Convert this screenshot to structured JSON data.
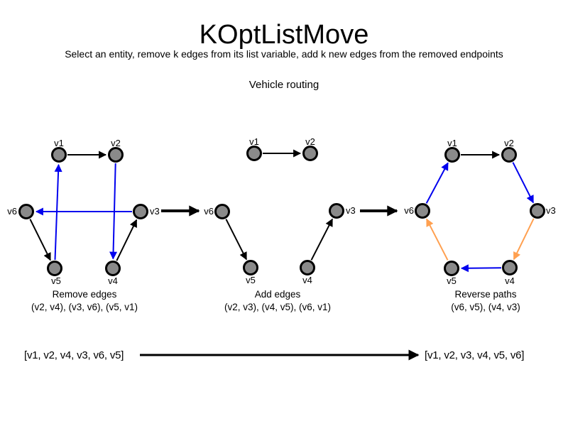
{
  "title": "KOptListMove",
  "subtitle": "Select an entity, remove k edges from its list variable, add k new edges from the removed endpoints",
  "context_label": "Vehicle routing",
  "colors": {
    "kept_edge": "#000000",
    "removed_or_added_edge": "#0000ee",
    "reversed_edge": "#ffa050",
    "node_fill": "#8a8a8a",
    "node_border": "#000000"
  },
  "graphs": [
    {
      "name": "remove-edges",
      "caption": "Remove edges",
      "edge_list": "(v2, v4), (v3, v6), (v5, v1)",
      "nodes": [
        {
          "label": "v1"
        },
        {
          "label": "v2"
        },
        {
          "label": "v3"
        },
        {
          "label": "v4"
        },
        {
          "label": "v5"
        },
        {
          "label": "v6"
        }
      ],
      "edges": [
        {
          "from": "v1",
          "to": "v2",
          "status": "kept"
        },
        {
          "from": "v6",
          "to": "v5",
          "status": "kept"
        },
        {
          "from": "v4",
          "to": "v3",
          "status": "kept"
        },
        {
          "from": "v2",
          "to": "v4",
          "status": "removed"
        },
        {
          "from": "v3",
          "to": "v6",
          "status": "removed"
        },
        {
          "from": "v5",
          "to": "v1",
          "status": "removed"
        }
      ]
    },
    {
      "name": "add-edges",
      "caption": "Add edges",
      "edge_list": "(v2, v3), (v4, v5), (v6, v1)",
      "nodes": [
        {
          "label": "v1"
        },
        {
          "label": "v2"
        },
        {
          "label": "v3"
        },
        {
          "label": "v4"
        },
        {
          "label": "v5"
        },
        {
          "label": "v6"
        }
      ],
      "edges": [
        {
          "from": "v1",
          "to": "v2",
          "status": "kept"
        },
        {
          "from": "v6",
          "to": "v5",
          "status": "kept"
        },
        {
          "from": "v4",
          "to": "v3",
          "status": "kept"
        }
      ]
    },
    {
      "name": "reverse-paths",
      "caption": "Reverse paths",
      "edge_list": "(v6, v5), (v4, v3)",
      "nodes": [
        {
          "label": "v1"
        },
        {
          "label": "v2"
        },
        {
          "label": "v3"
        },
        {
          "label": "v4"
        },
        {
          "label": "v5"
        },
        {
          "label": "v6"
        }
      ],
      "edges": [
        {
          "from": "v1",
          "to": "v2",
          "status": "kept"
        },
        {
          "from": "v2",
          "to": "v3",
          "status": "added"
        },
        {
          "from": "v3",
          "to": "v4",
          "status": "reversed"
        },
        {
          "from": "v4",
          "to": "v5",
          "status": "added"
        },
        {
          "from": "v5",
          "to": "v6",
          "status": "reversed"
        },
        {
          "from": "v6",
          "to": "v1",
          "status": "added"
        }
      ]
    }
  ],
  "transition": {
    "before": "[v1, v2, v4, v3, v6, v5]",
    "after": "[v1, v2, v3, v4, v5, v6]"
  }
}
